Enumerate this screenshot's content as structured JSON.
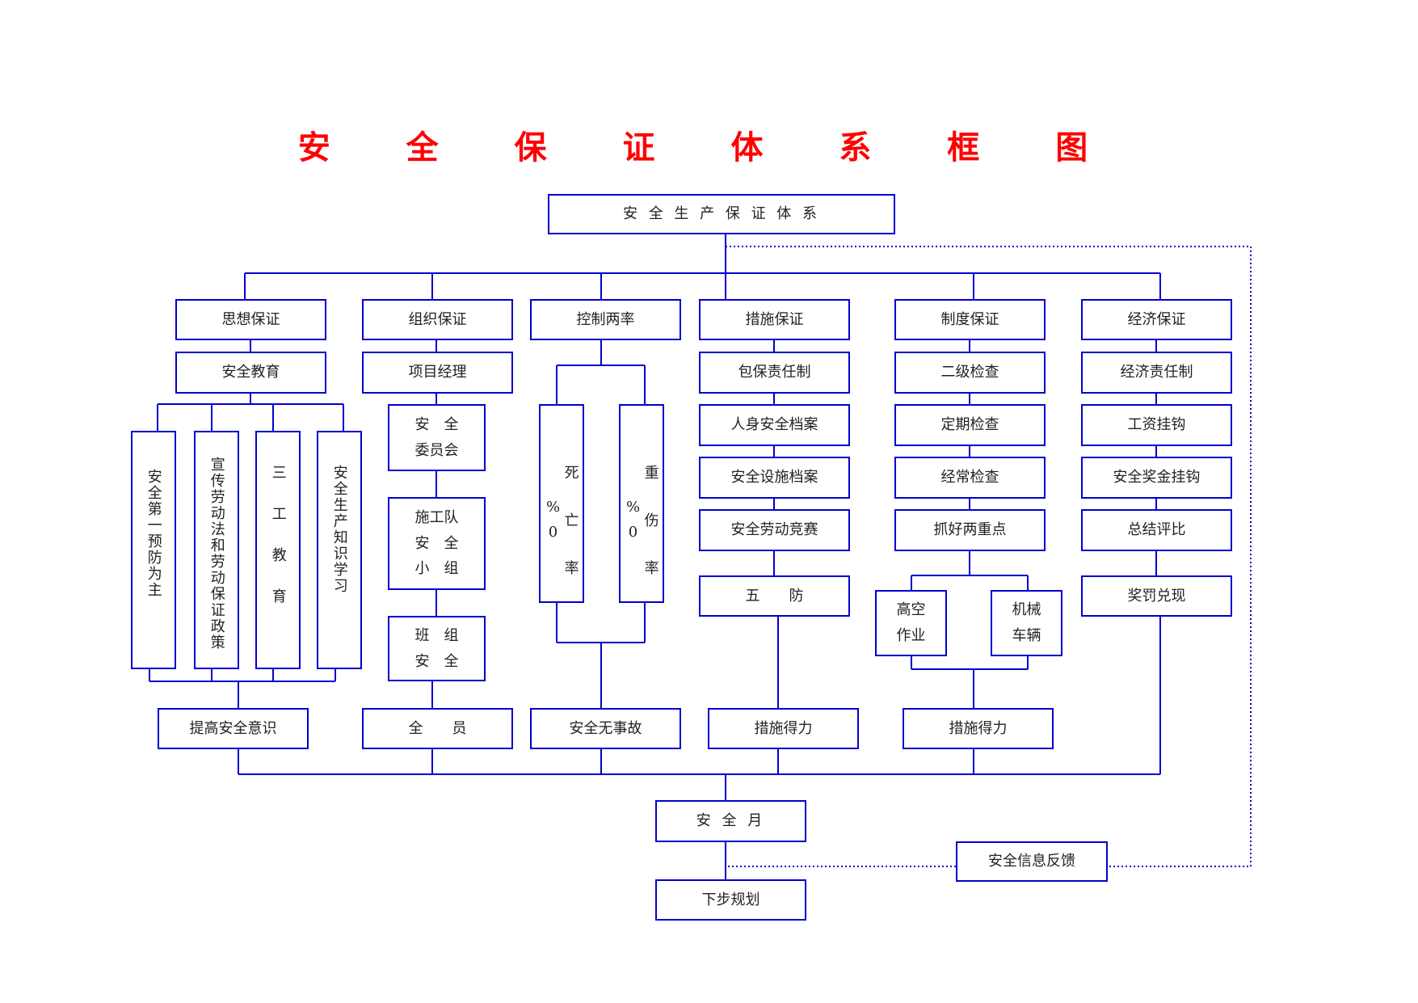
{
  "title": "安 全 保 证 体 系 框  图",
  "root": "安 全 生 产 保 证 体 系",
  "columns": {
    "thought": {
      "header": "思想保证",
      "sub": "安全教育",
      "items": [
        "安全第一预防为主",
        "宣传劳动法和劳动保证政策",
        "三 工 教 育",
        "安全生产知识学习"
      ],
      "result": "提高安全意识"
    },
    "organization": {
      "header": "组织保证",
      "sub": "项目经理",
      "committee": [
        "安　全",
        "委员会"
      ],
      "team": [
        "施工队",
        "安　全",
        "小　组"
      ],
      "group": [
        "班　组",
        "安　全"
      ],
      "result": "全　　员"
    },
    "control": {
      "header": "控制两率",
      "death": "死 亡 率 %0",
      "injury": "重 伤 率 %0",
      "result": "安全无事故"
    },
    "measures": {
      "header": "措施保证",
      "items": [
        "包保责任制",
        "人身安全档案",
        "安全设施档案",
        "安全劳动竞赛"
      ],
      "five": "五　　防",
      "result": "措施得力"
    },
    "system": {
      "header": "制度保证",
      "items": [
        "二级检查",
        "定期检查",
        "经常检查",
        "抓好两重点"
      ],
      "high": [
        "高空",
        "作业"
      ],
      "vehicle": [
        "机械",
        "车辆"
      ],
      "result": "措施得力"
    },
    "economy": {
      "header": "经济保证",
      "items": [
        "经济责任制",
        "工资挂钩",
        "安全奖金挂钩",
        "总结评比"
      ],
      "reward": "奖罚兑现"
    }
  },
  "month": "安 全 月",
  "next": "下步规划",
  "feedback": "安全信息反馈",
  "colors": {
    "line": "#0000d0",
    "title": "#ff0000",
    "text": "#222222"
  }
}
